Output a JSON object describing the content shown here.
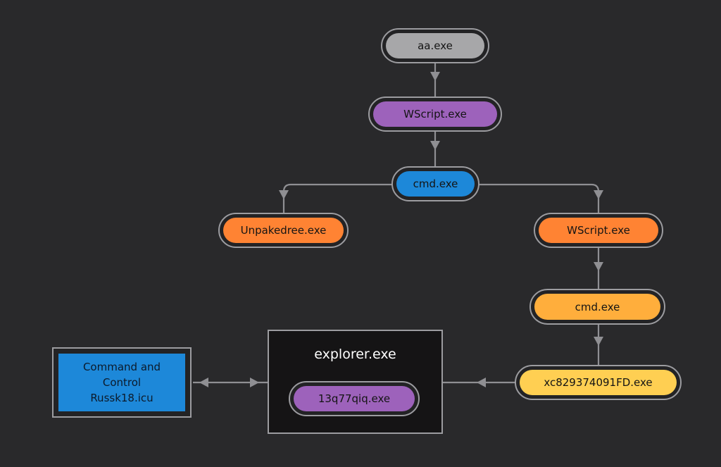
{
  "diagram": {
    "nodes": {
      "aa": {
        "label": "aa.exe",
        "color": "#a7a7a9"
      },
      "wscript1": {
        "label": "WScript.exe",
        "color": "#9d62bb"
      },
      "cmd1": {
        "label": "cmd.exe",
        "color": "#1d88d9"
      },
      "unpakedree": {
        "label": "Unpakedree.exe",
        "color": "#ff8333"
      },
      "wscript2": {
        "label": "WScript.exe",
        "color": "#ff8333"
      },
      "cmd2": {
        "label": "cmd.exe",
        "color": "#ffae3c"
      },
      "xc": {
        "label": "xc829374091FD.exe",
        "color": "#ffcf52"
      },
      "explorer": {
        "title": "explorer.exe",
        "background": "#151415"
      },
      "q77": {
        "label": "13q77qiq.exe",
        "color": "#9d62bb"
      },
      "c2": {
        "lines": [
          "Command and",
          "Control",
          "Russk18.icu"
        ],
        "color": "#1d88d9"
      }
    },
    "edge_color": "#8f8f93",
    "edges": [
      {
        "from": "aa.exe",
        "to": "WScript.exe"
      },
      {
        "from": "WScript.exe",
        "to": "cmd.exe"
      },
      {
        "from": "cmd.exe",
        "to": "Unpakedree.exe"
      },
      {
        "from": "cmd.exe",
        "to": "WScript.exe"
      },
      {
        "from": "WScript.exe",
        "to": "cmd.exe"
      },
      {
        "from": "cmd.exe",
        "to": "xc829374091FD.exe"
      },
      {
        "from": "xc829374091FD.exe",
        "to": "explorer.exe"
      },
      {
        "from": "explorer.exe",
        "to": "Command and Control Russk18.icu",
        "bidirectional": true
      }
    ]
  }
}
